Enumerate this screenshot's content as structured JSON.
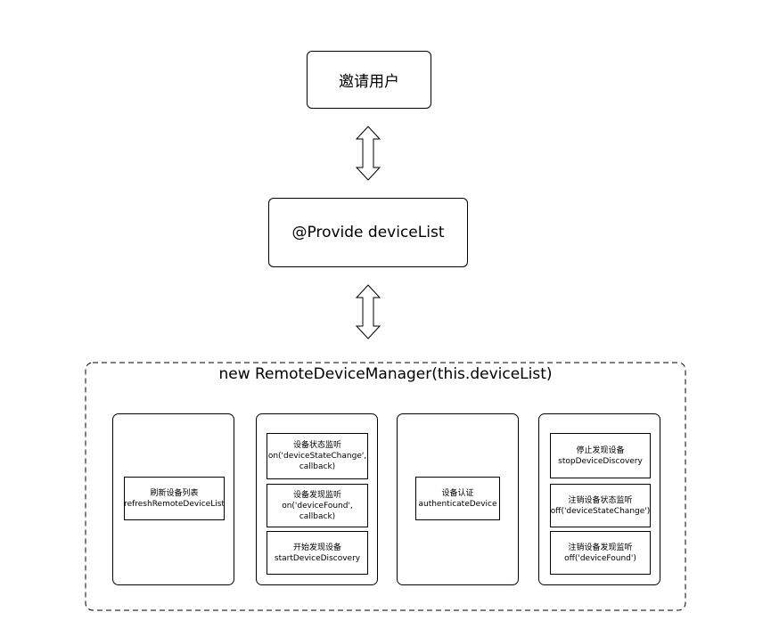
{
  "invite": {
    "label": "邀请用户"
  },
  "provide": {
    "label": "@Provide deviceList"
  },
  "manager": {
    "title": "new RemoteDeviceManager(this.deviceList)",
    "columns": [
      {
        "items": [
          {
            "cn": "刷新设备列表",
            "en": "refreshRemoteDeviceList"
          }
        ]
      },
      {
        "items": [
          {
            "cn": "设备状态监听",
            "en": "on('deviceStateChange',",
            "en2": "callback)"
          },
          {
            "cn": "设备发现监听",
            "en": "on('deviceFound',",
            "en2": "callback)"
          },
          {
            "cn": "开始发现设备",
            "en": "startDeviceDiscovery"
          }
        ]
      },
      {
        "items": [
          {
            "cn": "设备认证",
            "en": "authenticateDevice"
          }
        ]
      },
      {
        "items": [
          {
            "cn": "停止发现设备",
            "en": "stopDeviceDiscovery"
          },
          {
            "cn": "注销设备状态监听",
            "en": "off('deviceStateChange')"
          },
          {
            "cn": "注销设备发现监听",
            "en": "off('deviceFound')"
          }
        ]
      }
    ]
  }
}
